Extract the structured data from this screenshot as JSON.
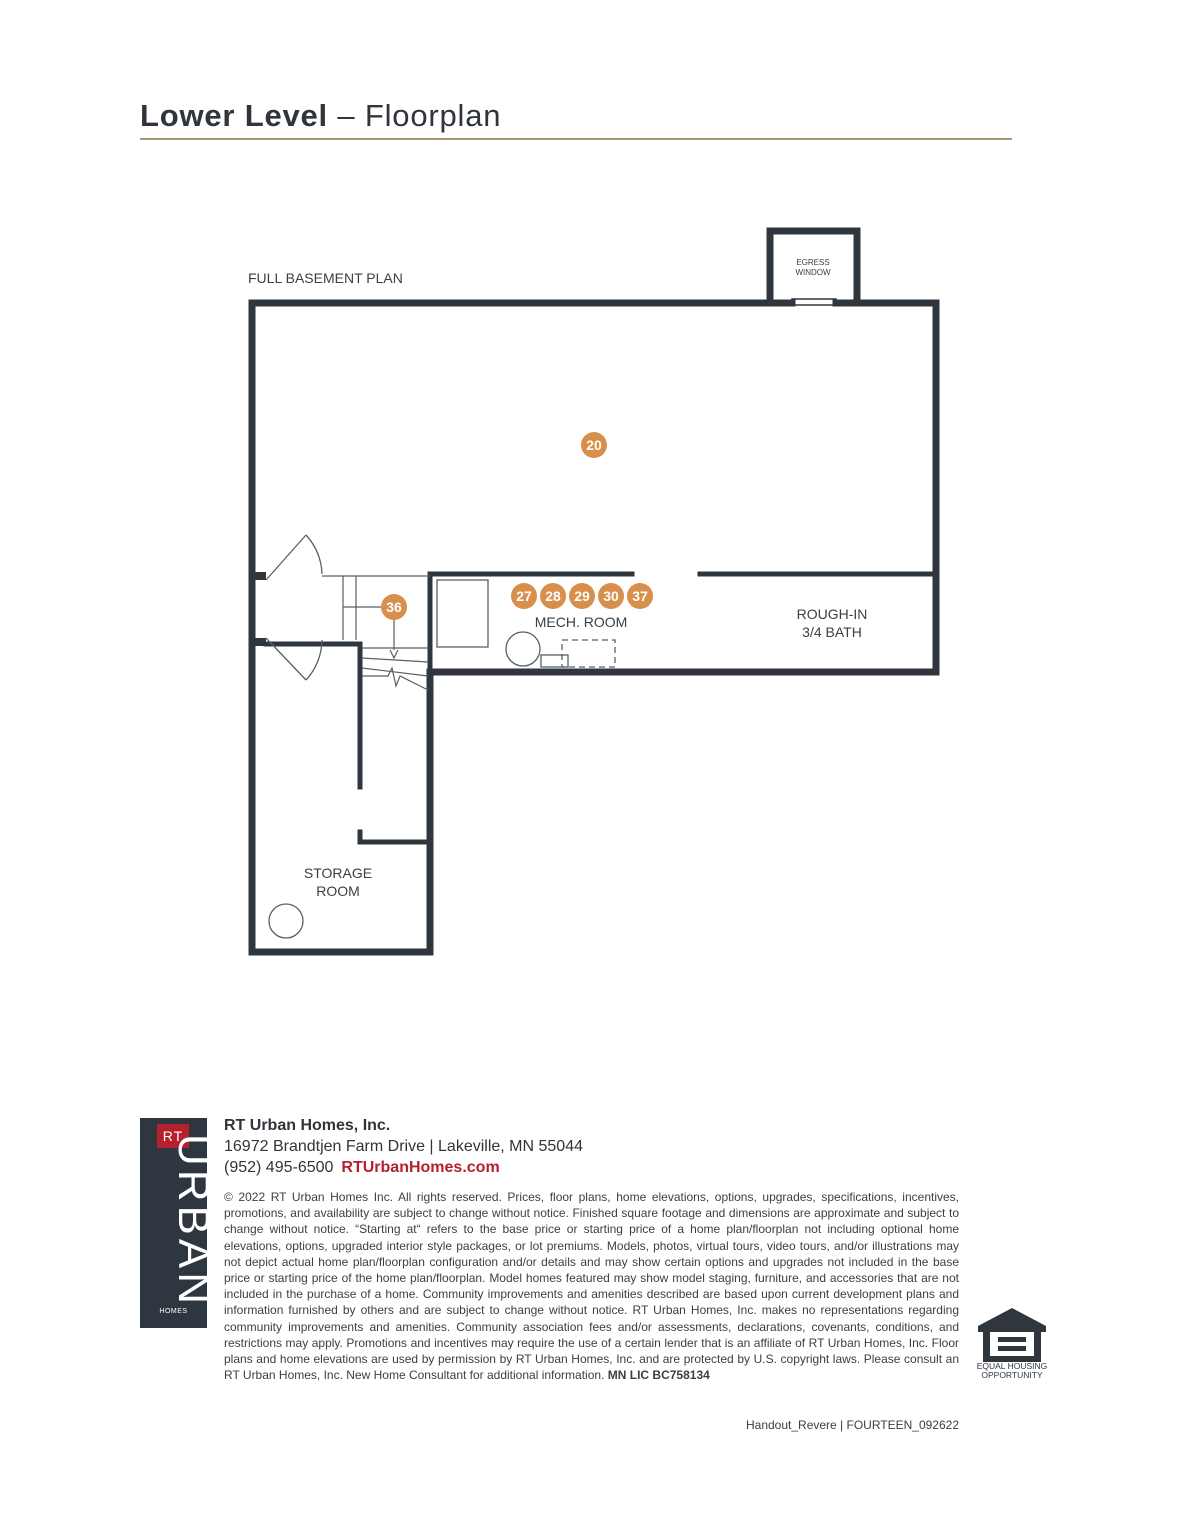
{
  "header": {
    "title_bold": "Lower Level",
    "title_rest": "– Floorplan"
  },
  "plan": {
    "caption": "FULL BASEMENT PLAN",
    "egress_line1": "EGRESS",
    "egress_line2": "WINDOW",
    "mech_room": "MECH. ROOM",
    "bath_line1": "ROUGH-IN",
    "bath_line2": "3/4 BATH",
    "storage_line1": "STORAGE",
    "storage_line2": "ROOM",
    "badges": {
      "main": "20",
      "stairs": "36",
      "mech": [
        "27",
        "28",
        "29",
        "30",
        "37"
      ]
    },
    "colors": {
      "wall": "#2f363d",
      "badge": "#d78f4b"
    }
  },
  "footer": {
    "logo_rt": "RT",
    "logo_urban": "URBAN",
    "logo_homes": "HOMES",
    "company": "RT Urban Homes, Inc.",
    "address": "16972 Brandtjen Farm Drive | Lakeville, MN 55044",
    "phone": "(952) 495-6500",
    "website": "RTUrbanHomes.com",
    "legal": "© 2022 RT Urban Homes Inc. All rights reserved. Prices, floor plans, home elevations, options, upgrades, specifications, incentives, promotions, and availability are subject to change without notice. Finished square footage and dimensions are approximate and subject to change without notice. “Starting at“ refers to the base price or starting price of a home plan/floorplan not including optional home elevations, options, upgraded interior style packages, or lot premiums. Models, photos, virtual tours, video tours, and/or illustrations may not depict actual home plan/floorplan configuration and/or details and may show certain options and upgrades not included in the base price or starting price of the home plan/floorplan. Model homes featured may show model staging, furniture, and accessories that are not included in the purchase of a home. Community improvements and amenities described are based upon current development plans and information furnished by others and are subject to change without notice. RT Urban Homes, Inc. makes no representations regarding community improvements and amenities. Community association fees and/or assessments, declarations, covenants, conditions, and restrictions may apply. Promotions and incentives may require the use of a certain lender that is an affiliate of RT Urban Homes, Inc. Floor plans and home elevations are used by permission by RT Urban Homes, Inc. and are protected by U.S. copyright laws. Please consult an RT Urban Homes, Inc. New Home Consultant for additional information.",
    "license": "MN LIC BC758134",
    "eho_line1": "EQUAL HOUSING",
    "eho_line2": "OPPORTUNITY",
    "handout": "Handout_Revere | FOURTEEN_092622"
  }
}
